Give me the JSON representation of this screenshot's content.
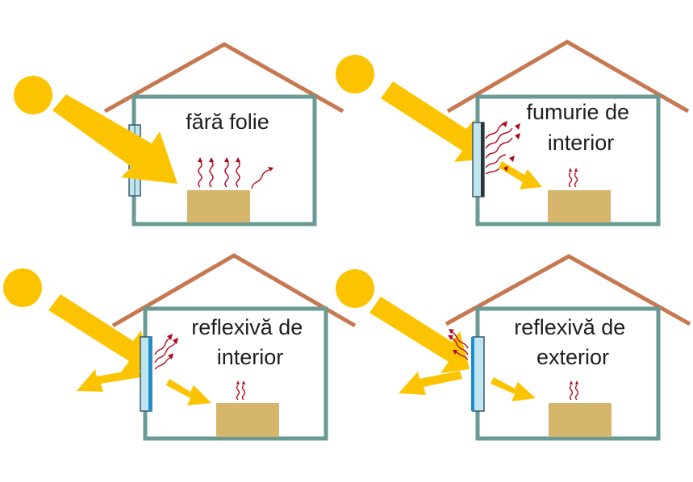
{
  "colors": {
    "background": "#ffffff",
    "roof": "#c87850",
    "walls": "#6a9a94",
    "sun": "#fcc400",
    "ray": "#fcc400",
    "box": "#d6b66c",
    "heat_waves": "#b00820",
    "glass": "#bfe6ee",
    "glass_edge": "#3a5a68",
    "film_tinted": "#2c3438",
    "film_reflective": "#1a8fd0"
  },
  "panels": [
    {
      "label_lines": [
        "fără folie"
      ],
      "window": "plain-glass"
    },
    {
      "label_lines": [
        "fumurie de",
        "interior"
      ],
      "window": "tinted-film-interior"
    },
    {
      "label_lines": [
        "reflexivă de",
        "interior"
      ],
      "window": "reflective-film-interior"
    },
    {
      "label_lines": [
        "reflexivă de",
        "exterior"
      ],
      "window": "reflective-film-exterior"
    }
  ]
}
